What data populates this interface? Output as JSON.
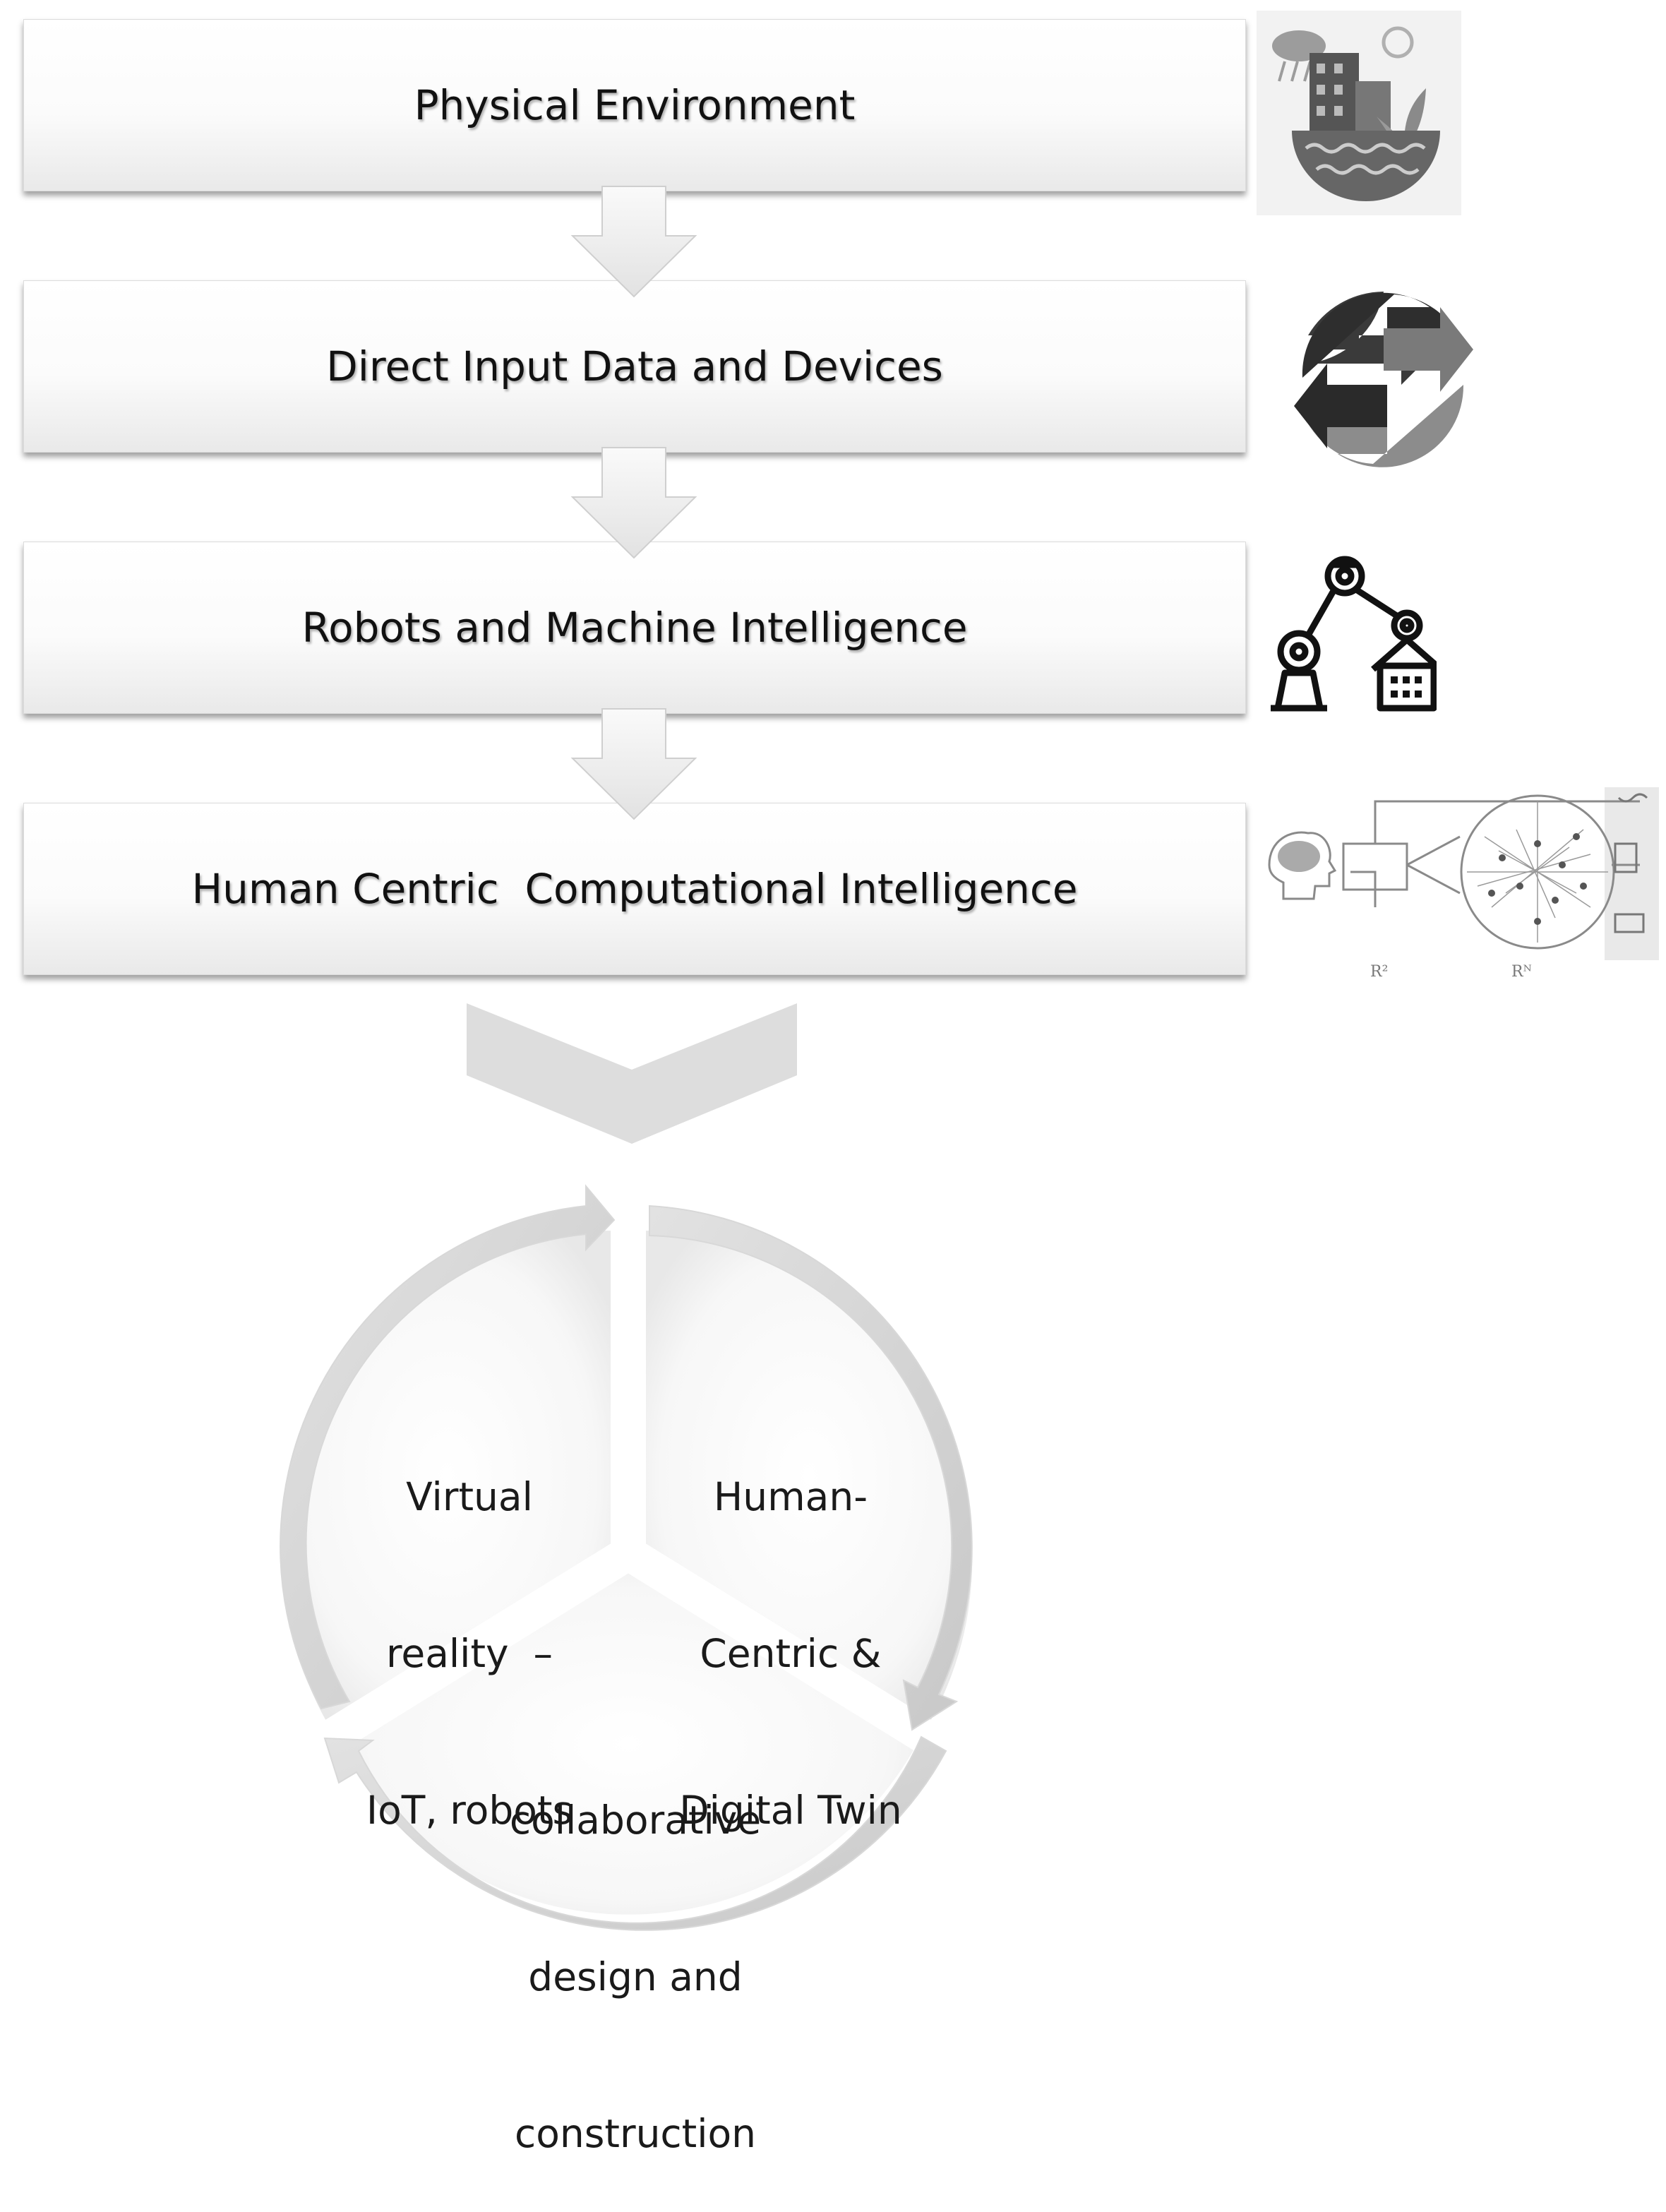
{
  "stages": [
    {
      "label": "Physical Environment",
      "icon": "city-environment-icon"
    },
    {
      "label": "Direct Input Data and Devices",
      "icon": "data-exchange-arrows-icon"
    },
    {
      "label": "Robots and Machine Intelligence",
      "icon": "robotic-arm-house-icon"
    },
    {
      "label": "Human Centric  Computational Intelligence",
      "icon": "brain-network-icon"
    }
  ],
  "network_graphic": {
    "left_caption": "R²",
    "right_caption": "Rᴺ"
  },
  "cycle": {
    "segments": [
      {
        "lines": [
          "Virtual",
          "reality  –",
          "IoT, robots"
        ]
      },
      {
        "lines": [
          "Human-",
          "Centric &",
          "Digital Twin"
        ]
      },
      {
        "lines": [
          "collaborative",
          "design and",
          "construction"
        ]
      }
    ]
  },
  "colors": {
    "box_fill": "#fbfbfb",
    "arrow_fill": "#ededed",
    "arrow_stroke": "#d2d2d2",
    "chevron_fill": "#dddddd",
    "cycle_arrow": "#cfcfcf",
    "text": "#111111"
  }
}
